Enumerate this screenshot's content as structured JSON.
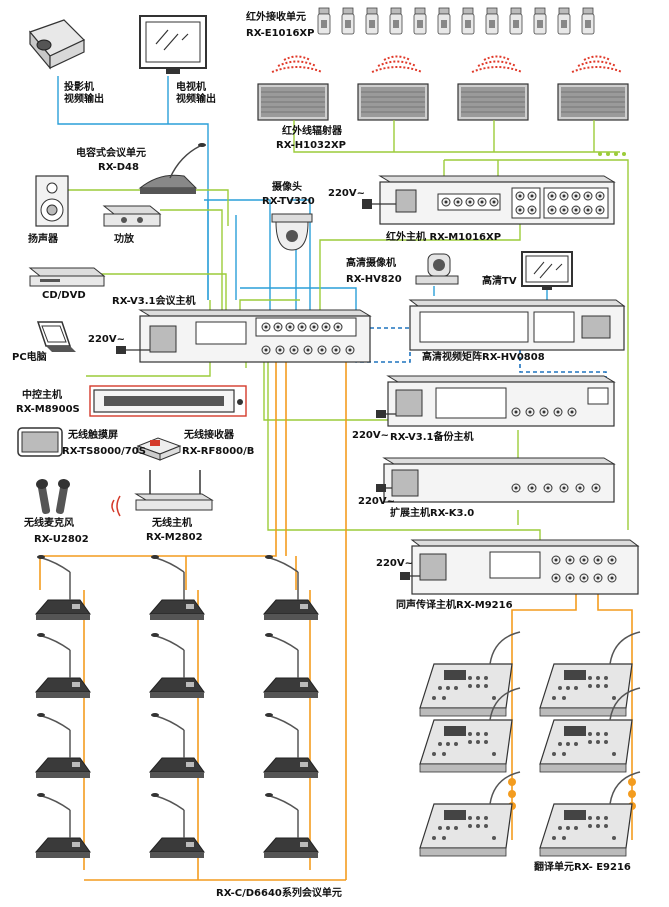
{
  "colors": {
    "blue": "#2a9fd8",
    "green": "#9ccc3a",
    "orange": "#f39c1f",
    "red": "#d43a2a",
    "dash_blue": "#1e73be"
  },
  "labels": {
    "ir_receiver": "红外接收单元",
    "ir_receiver_model": "RX-E1016XP",
    "projector": "投影机\n视频输出",
    "tv": "电视机\n视频输出",
    "ir_radiator": "红外线辐射器",
    "ir_radiator_model": "RX-H1032XP",
    "cap_unit": "电容式会议单元",
    "cap_unit_model": "RX-D48",
    "camera": "摄像头",
    "camera_model": "RX-TV320",
    "power_220_a": "220V~",
    "ir_host": "红外主机 RX-M1016XP",
    "speaker": "扬声器",
    "amplifier": "功放",
    "hd_camera": "高清摄像机",
    "hd_camera_model": "RX-HV820",
    "hd_tv": "高清TV",
    "cd_dvd": "CD/DVD",
    "conf_host": "RX-V3.1会议主机",
    "power_220_b": "220V~",
    "hd_matrix": "高清视频矩阵RX-HV0808",
    "pc": "PC电脑",
    "central_ctrl": "中控主机",
    "central_ctrl_model": "RX-M8900S",
    "backup_host": "RX-V3.1备份主机",
    "power_220_c": "220V~",
    "touch_screen": "无线触摸屏",
    "touch_screen_model": "RX-TS8000/70S",
    "wireless_receiver": "无线接收器",
    "wireless_receiver_model": "RX-RF8000/B",
    "power_220_d": "220V~",
    "ext_host": "扩展主机RX-K3.0",
    "wireless_mic": "无线麦克风",
    "wireless_mic_model": "RX-U2802",
    "wireless_host": "无线主机",
    "wireless_host_model": "RX-M2802",
    "power_220_e": "220V~",
    "si_host": "同声传译主机RX-M9216",
    "interpret_unit": "翻译单元RX-  E9216",
    "conf_series": "RX-C/D6640系列会议单元"
  }
}
